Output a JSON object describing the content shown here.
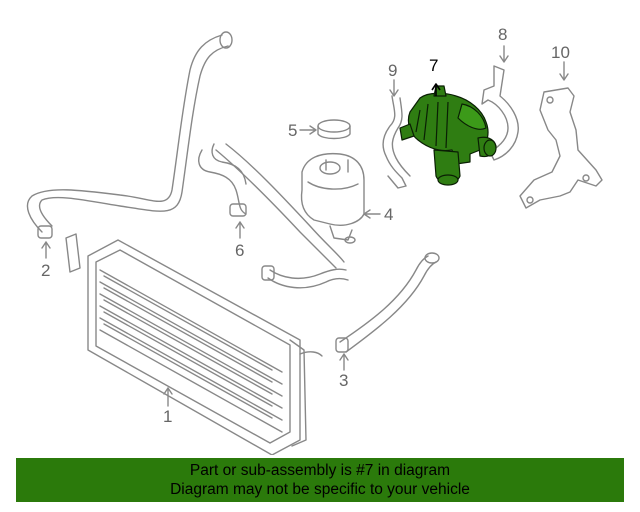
{
  "callouts": [
    {
      "id": "1",
      "label": "1",
      "highlighted": false
    },
    {
      "id": "2",
      "label": "2",
      "highlighted": false
    },
    {
      "id": "3",
      "label": "3",
      "highlighted": false
    },
    {
      "id": "4",
      "label": "4",
      "highlighted": false
    },
    {
      "id": "5",
      "label": "5",
      "highlighted": false
    },
    {
      "id": "6",
      "label": "6",
      "highlighted": false
    },
    {
      "id": "7",
      "label": "7",
      "highlighted": true
    },
    {
      "id": "8",
      "label": "8",
      "highlighted": false
    },
    {
      "id": "9",
      "label": "9",
      "highlighted": false
    },
    {
      "id": "10",
      "label": "10",
      "highlighted": false
    }
  ],
  "banner": {
    "line1": "Part or sub-assembly is #7 in diagram",
    "line2": "Diagram may not be specific to your vehicle"
  },
  "colors": {
    "highlight_fill": "#2f7d12",
    "banner_bg": "#2b7a0b",
    "line": "#888888"
  }
}
